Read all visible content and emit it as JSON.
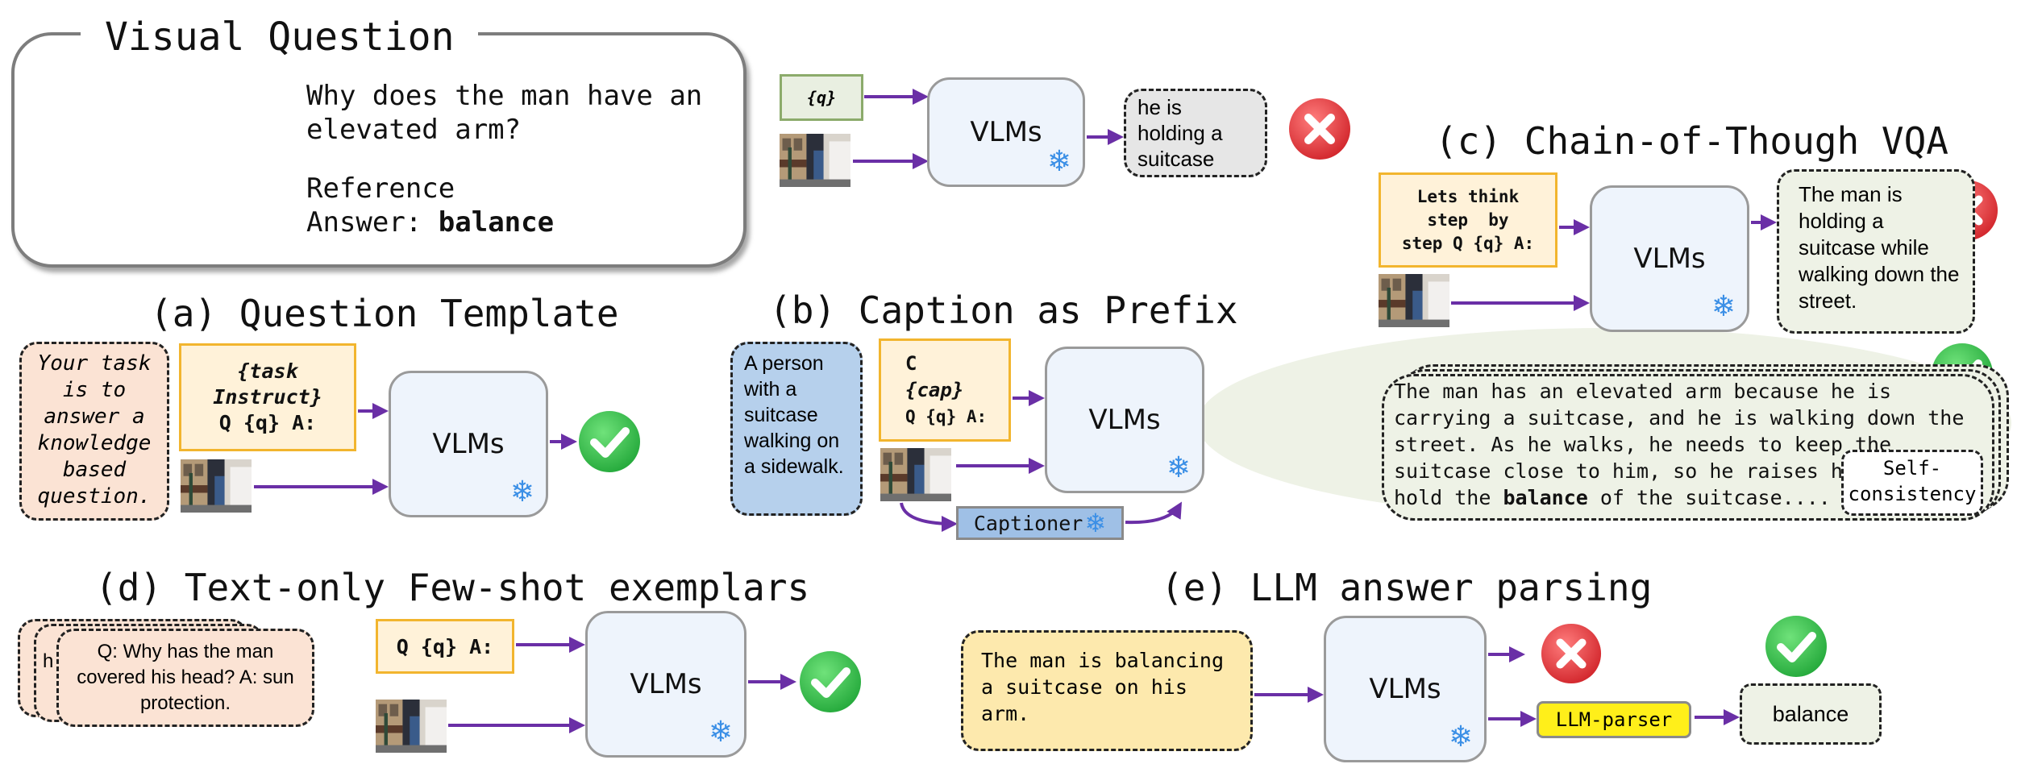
{
  "visual_question": {
    "title": "Visual Question",
    "question": "Why does the man have an elevated arm?",
    "reference_label": "Reference",
    "answer_label": "Answer:",
    "answer_value": "balance"
  },
  "baseline": {
    "prompt": "{q}",
    "model": "VLMs",
    "output": "he is holding a suitcase"
  },
  "panel_a": {
    "title": "(a) Question Template",
    "instruction": "Your task is to answer a knowledge based question.",
    "prompt_line1": "{task Instruct}",
    "prompt_line2": "Q {q} A:",
    "model": "VLMs"
  },
  "panel_b": {
    "title": "(b) Caption as Prefix",
    "caption": "A person with a suitcase walking on a sidewalk.",
    "prompt_line1": "C",
    "prompt_line2": "{cap}",
    "prompt_line3": "Q {q} A:",
    "model": "VLMs",
    "captioner": "Captioner"
  },
  "panel_c": {
    "title": "(c) Chain-of-Though VQA",
    "prompt_line1": "Lets think",
    "prompt_line2": "step  by",
    "prompt_line3": "step Q {q} A:",
    "model": "VLMs",
    "wrong_output": "The man is holding a suitcase while walking down the street.",
    "reasoning_pre": "The man has an elevated arm because he is carrying a suitcase, and he is walking down the street. As he walks, he needs to keep the suitcase close to him, so he raises his arm to hold the ",
    "reasoning_bold": "balance",
    "reasoning_post": " of the suitcase....",
    "self_consistency": "Self-consistency"
  },
  "panel_d": {
    "title": "(d) Text-only Few-shot exemplars",
    "exemplar": "Q: Why has the man covered his head? A: sun protection.",
    "stack_hint": "h",
    "prompt": "Q {q} A:",
    "model": "VLMs"
  },
  "panel_e": {
    "title": "(e) LLM answer parsing",
    "raw_output": "The man is balancing a suitcase on his arm.",
    "model": "VLMs",
    "parser": "LLM-parser",
    "parsed": "balance"
  },
  "colors": {
    "arrow": "#6a2fa6",
    "check": "#3ec24a",
    "cross": "#e2373b",
    "vlm_fill": "#eef4fc",
    "prompt_fill": "#fff2d9",
    "prompt_border": "#f2b52e",
    "captioner_fill": "#9fc0e6",
    "parser_fill": "#ffef1a",
    "snowflake": "#3b8fe6"
  },
  "icons": {
    "correct": "check-circle-icon",
    "wrong": "cross-circle-icon",
    "frozen": "snowflake-icon"
  }
}
